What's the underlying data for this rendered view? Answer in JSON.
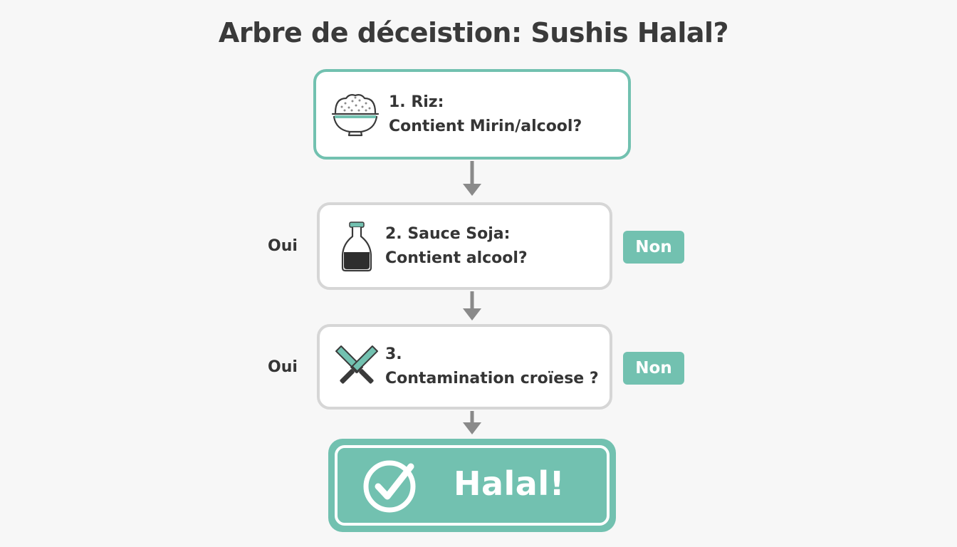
{
  "title": "Arbre de déceistion: Sushis Halal?",
  "colors": {
    "accent": "#72c1b0",
    "box_border": "#d6d6d6",
    "arrow": "#8a8a8a",
    "text": "#353535"
  },
  "steps": [
    {
      "line1": "1. Riz:",
      "line2": "Contient Mirin/alcool?",
      "icon": "rice-bowl-icon"
    },
    {
      "line1": "2. Sauce Soja:",
      "line2": "Contient alcool?",
      "icon": "soy-sauce-bottle-icon",
      "left_label": "Oui",
      "right_label": "Non"
    },
    {
      "line1": "3.",
      "line2": "Contamination croïese ?",
      "icon": "crossed-knives-icon",
      "left_label": "Oui",
      "right_label": "Non"
    }
  ],
  "result": {
    "label": "Halal!",
    "icon": "check-circle-icon"
  }
}
